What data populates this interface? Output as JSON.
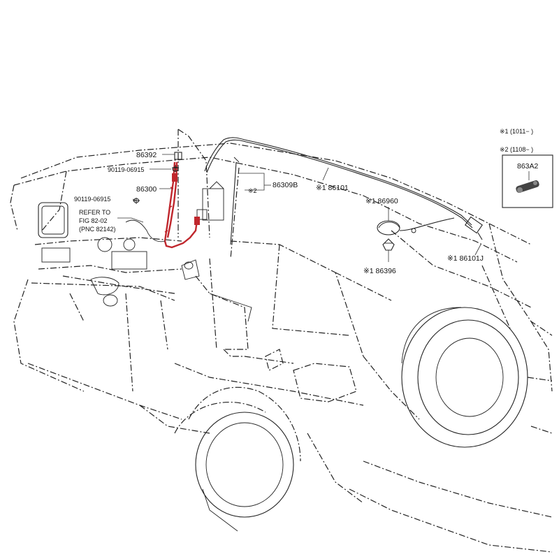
{
  "notes": {
    "note1": "※1 (1011−      )",
    "note2": "※2 (1108−      )"
  },
  "inset": {
    "part": "863A2"
  },
  "callouts": {
    "p86392": "86392",
    "p90119a": "90119-06915",
    "p86300": "86300",
    "p90119b": "90119-06915",
    "refer1": "REFER TO",
    "refer2": "FIG 82-02",
    "refer3": "(PNC 82142)",
    "p86309B": "86309B",
    "p86309B_mark": "※2",
    "p86101": "※1 86101",
    "p86960": "※1 86960",
    "p86396": "※1 86396",
    "p86101J": "※1 86101J"
  },
  "colors": {
    "harness": "#c0272d",
    "line": "#222222"
  }
}
